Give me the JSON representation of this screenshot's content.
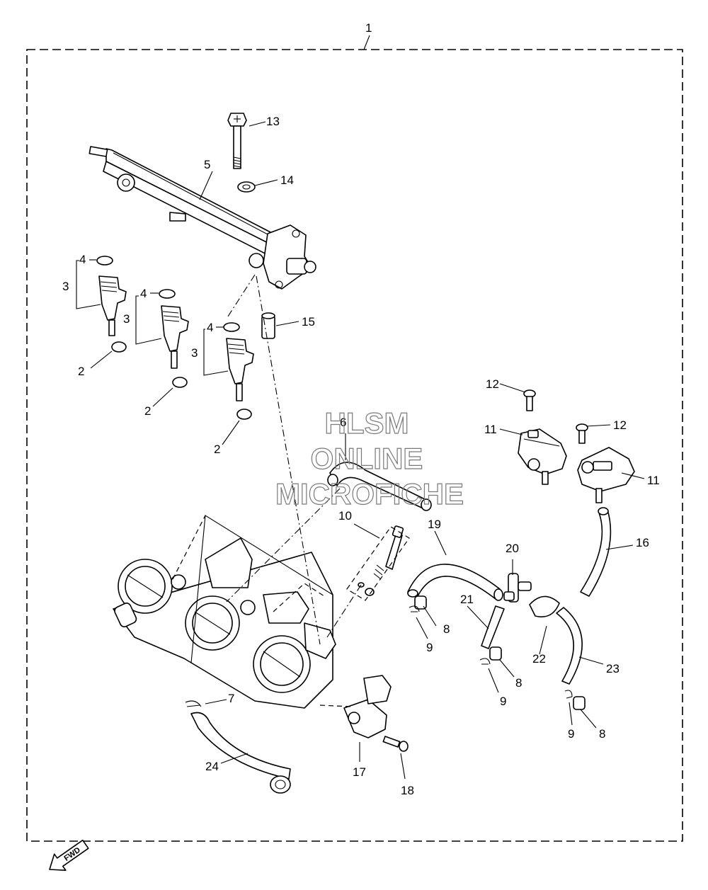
{
  "callouts": {
    "c1": "1",
    "c2a": "2",
    "c2b": "2",
    "c2c": "2",
    "c3a": "3",
    "c3b": "3",
    "c3c": "3",
    "c4a": "4",
    "c4b": "4",
    "c4c": "4",
    "c5": "5",
    "c6": "6",
    "c7": "7",
    "c8a": "8",
    "c8b": "8",
    "c8c": "8",
    "c9a": "9",
    "c9b": "9",
    "c9c": "9",
    "c10": "10",
    "c11a": "11",
    "c11b": "11",
    "c12a": "12",
    "c12b": "12",
    "c13": "13",
    "c14": "14",
    "c15": "15",
    "c16": "16",
    "c17": "17",
    "c18": "18",
    "c19": "19",
    "c20": "20",
    "c21": "21",
    "c22": "22",
    "c23": "23",
    "c24": "24"
  },
  "watermark": {
    "line1": "HLSM",
    "line2": "ONLINE",
    "line3": "MICROFICHE"
  },
  "fwd_arrow": {
    "label": "FWD",
    "icon": "forward-arrow-icon"
  }
}
